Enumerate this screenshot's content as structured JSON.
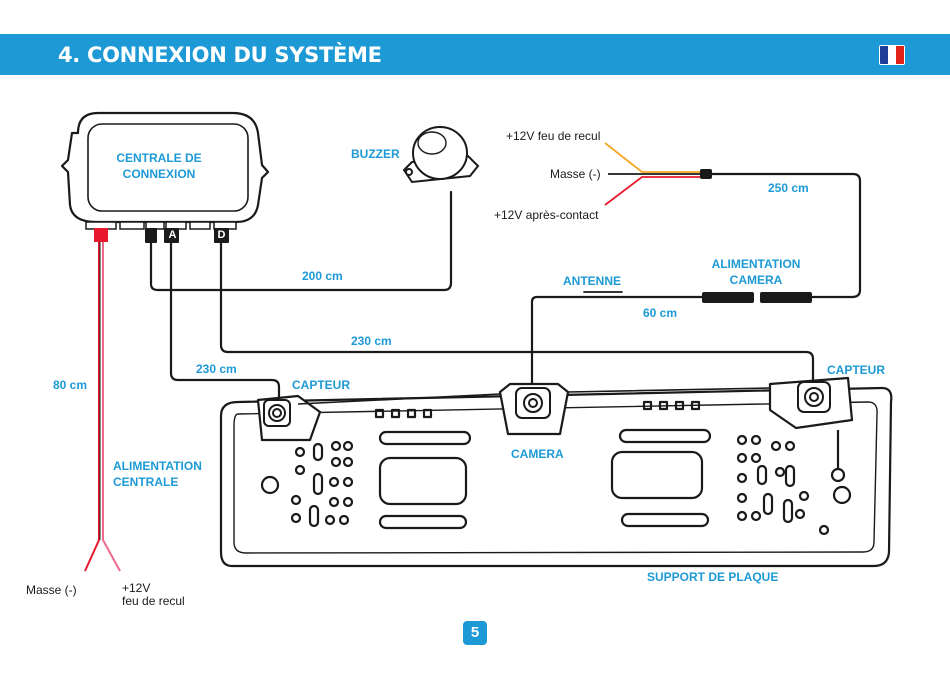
{
  "header": {
    "title": "4. CONNEXION DU SYSTÈME",
    "flag_icon": "french-flag-icon",
    "flag_colors": [
      "#1f3e9a",
      "#ffffff",
      "#e2231a"
    ]
  },
  "colors": {
    "accent": "#1d9ad6",
    "wire": "#1a1a1a",
    "wire_red": "#e8192c",
    "wire_pink": "#f06a8c",
    "wire_orange": "#f5a623"
  },
  "labels": {
    "central_unit_line1": "CENTRALE DE",
    "central_unit_line2": "CONNEXION",
    "buzzer": "BUZZER",
    "plus12v_reverse_light_top": "+12V feu de recul",
    "ground_top": "Masse (-)",
    "plus12v_ignition": "+12V après-contact",
    "length_250": "250 cm",
    "antenna": "ANTENNE",
    "camera_power_line1": "ALIMENTATION",
    "camera_power_line2": "CAMERA",
    "length_200": "200 cm",
    "length_60": "60 cm",
    "length_230_upper": "230 cm",
    "length_230_lower": "230 cm",
    "sensor_left": "CAPTEUR",
    "sensor_right": "CAPTEUR",
    "length_80": "80 cm",
    "camera": "CAMERA",
    "central_power_line1": "ALIMENTATION",
    "central_power_line2": "CENTRALE",
    "plate_support": "SUPPORT DE PLAQUE",
    "ground_bottom": "Masse (-)",
    "plus12v_bottom_line1": "+12V",
    "plus12v_bottom_line2": "feu de recul",
    "port_a": "A",
    "port_d": "D"
  },
  "footer": {
    "page_number": "5"
  }
}
